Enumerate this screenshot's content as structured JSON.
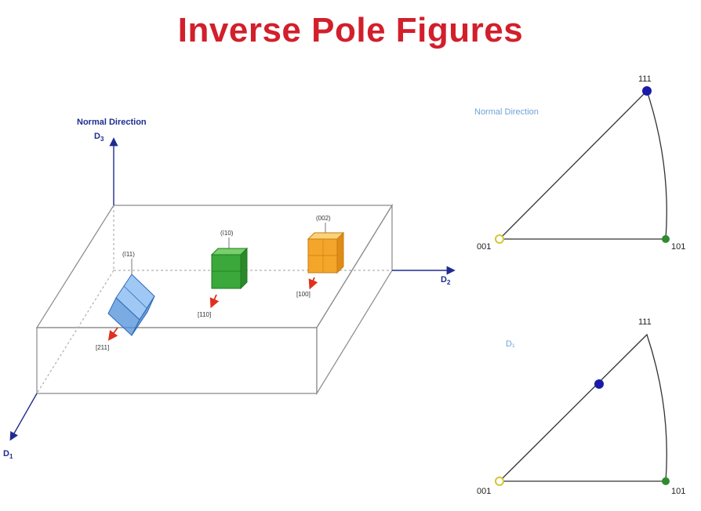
{
  "title": "Inverse Pole Figures",
  "axes": {
    "normal_direction": "Normal Direction",
    "d3": "D",
    "d3_sub": "3",
    "d2": "D",
    "d2_sub": "2",
    "d1": "D",
    "d1_sub": "1"
  },
  "crystals": [
    {
      "plane": "(ī11)",
      "direction": "[211]",
      "color": "#5b9be0"
    },
    {
      "plane": "(ī10)",
      "direction": "[110]",
      "color": "#3aa83a"
    },
    {
      "plane": "(002)",
      "direction": "[100]",
      "color": "#f4a62a"
    }
  ],
  "ipf": [
    {
      "label": "Normal Direction",
      "poles": {
        "top": "111",
        "left": "001",
        "right": "101"
      },
      "point": "111"
    },
    {
      "label": "D₁",
      "poles": {
        "top": "111",
        "left": "001",
        "right": "101"
      },
      "point": "between 001 and 111"
    }
  ],
  "colors": {
    "title": "#d21f2b",
    "axis": "#1f2c8f",
    "pole_001": "#e8d84a",
    "pole_101": "#2e8b2e",
    "pole_111": "#1a1aa8"
  }
}
